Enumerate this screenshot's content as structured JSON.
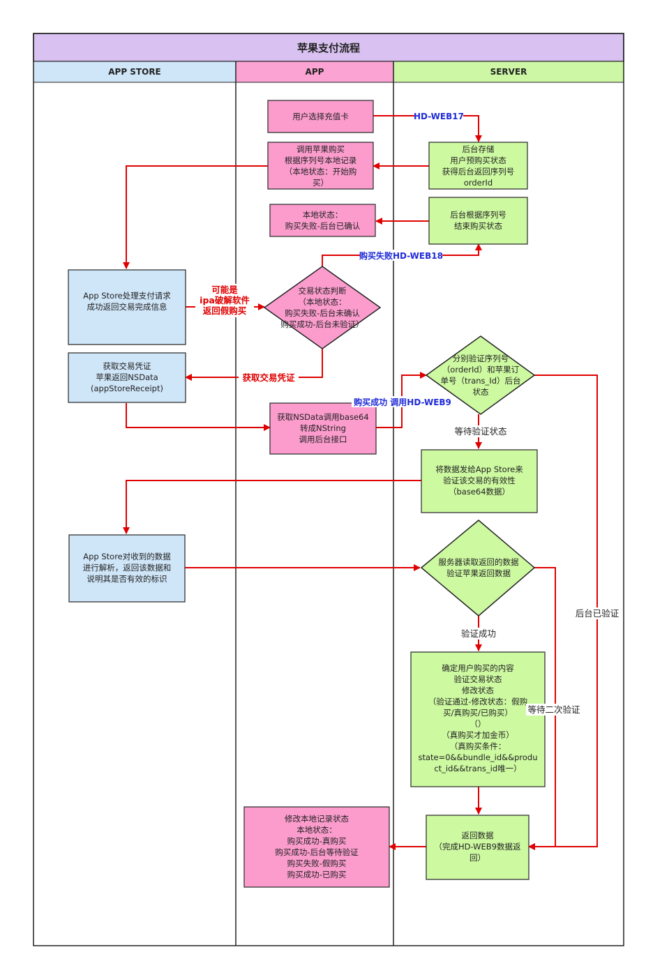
{
  "title": "苹果支付流程",
  "lanes": {
    "appstore": "APP STORE",
    "app": "APP",
    "server": "SERVER"
  },
  "nodes": {
    "choose_card": [
      "用户选择充值卡"
    ],
    "call_apple_buy": [
      "调用苹果购买",
      "根据序列号本地记录",
      "（本地状态：开始购",
      "买）"
    ],
    "backend_store": [
      "后台存储",
      "用户预购买状态",
      "获得后台返回序列号",
      "orderId"
    ],
    "local_fail_confirmed": [
      "本地状态：",
      "购买失败-后台已确认"
    ],
    "backend_end_state": [
      "后台根据序列号",
      "结束购买状态"
    ],
    "appstore_process": [
      "App Store处理支付请求",
      "成功返回交易完成信息"
    ],
    "trade_judge": [
      "交易状态判断",
      "（本地状态：",
      "购买失败-后台未确认",
      "购买成功-后台未验证）"
    ],
    "get_receipt": [
      "获取交易凭证",
      "苹果返回NSData",
      "(appStoreReceipt)"
    ],
    "get_nsdata": [
      "获取NSData调用base64",
      "转成NString",
      "调用后台接口"
    ],
    "verify_ids": [
      "分别验证序列号",
      "（orderId）和苹果订",
      "单号（trans_Id）后台",
      "状态"
    ],
    "send_to_appstore": [
      "将数据发给App Store来",
      "验证该交易的有效性",
      "（base64数据）"
    ],
    "appstore_parse": [
      "App Store对收到的数据",
      "进行解析，返回该数据和",
      "说明其是否有效的标识"
    ],
    "server_read": [
      "服务器读取返回的数据",
      "验证苹果返回数据"
    ],
    "confirm_content": [
      "确定用户购买的内容",
      "验证交易状态",
      "修改状态",
      "（验证通过-修改状态：假购",
      "买/真购买/已购买）",
      "（）",
      "（真购买才加金币）",
      "（真购买条件：",
      "state=0&&bundle_id&&produ",
      "ct_id&&trans_id唯一）"
    ],
    "return_data": [
      "返回数据",
      "（完成HD-WEB9数据返",
      "回）"
    ],
    "modify_local": [
      "修改本地记录状态",
      "本地状态：",
      "购买成功-真购买",
      "购买成功-后台等待验证",
      "购买失败-假购买",
      "购买成功-已购买"
    ]
  },
  "edge_labels": {
    "hd_web17": "HD-WEB17",
    "buy_fail_web18": "购买失败HD-WEB18",
    "maybe_crack": [
      "可能是",
      "ipa破解软件",
      "返回假购买"
    ],
    "get_voucher": "获取交易凭证",
    "buy_success_web9": "购买成功 调用HD-WEB9",
    "wait_verify": "等待验证状态",
    "verify_success": "验证成功",
    "second_verify": "等待二次验证",
    "backend_verified": "后台已验证"
  },
  "colors": {
    "title_bg": "#d9c2f2",
    "appstore_head": "#cfe5f8",
    "app_head": "#fba3d3",
    "server_head": "#cdf6a5",
    "blue_box": "#cfe5f8",
    "pink_box": "#fb9ccd",
    "green_box": "#cdf9a1",
    "arrow": "#e00000",
    "blue_text": "#1f2ad8"
  }
}
